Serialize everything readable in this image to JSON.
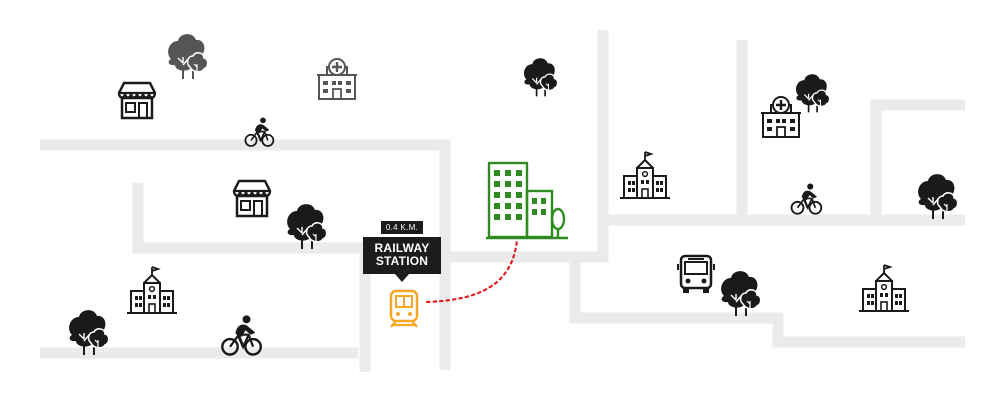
{
  "callout": {
    "distance": "0.4 K.M.",
    "line1": "RAILWAY",
    "line2": "STATION"
  },
  "colors": {
    "road": "#ebebeb",
    "icon": "#1a1a1a",
    "icon_gray": "#555555",
    "building": "#2e8b1f",
    "station": "#f5a623",
    "route": "#e02020"
  },
  "icons": [
    "tree-icon",
    "store-icon",
    "hospital-icon",
    "cyclist-icon",
    "school-icon",
    "office-building-icon",
    "train-icon",
    "bus-icon"
  ]
}
